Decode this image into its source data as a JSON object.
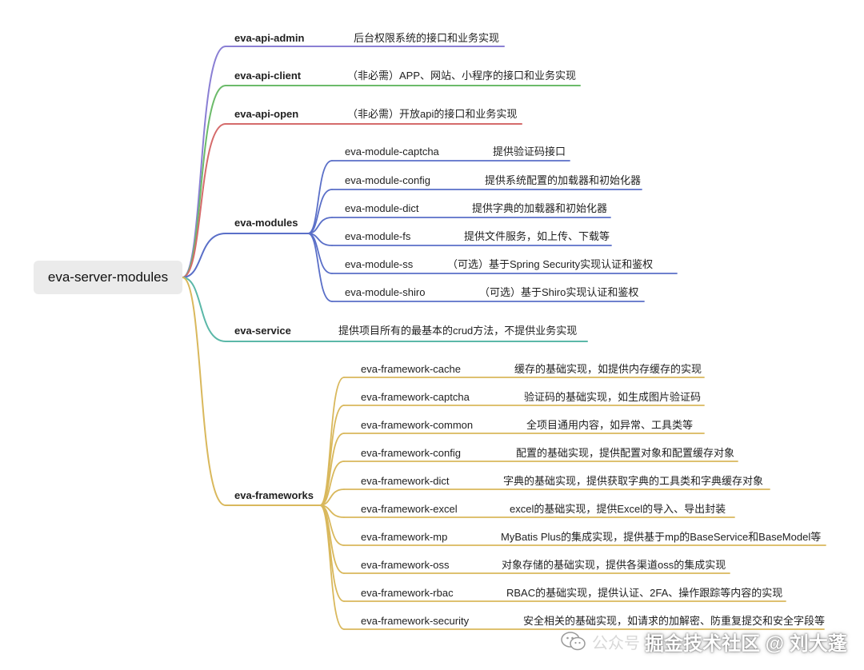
{
  "root": "eva-server-modules",
  "branches": [
    {
      "key": "admin",
      "label": "eva-api-admin",
      "desc": "后台权限系统的接口和业务实现",
      "color": "#8a7fd4"
    },
    {
      "key": "client",
      "label": "eva-api-client",
      "desc": "（非必需）APP、网站、小程序的接口和业务实现",
      "color": "#6cbb6a"
    },
    {
      "key": "open",
      "label": "eva-api-open",
      "desc": "（非必需）开放api的接口和业务实现",
      "color": "#d56b6b"
    },
    {
      "key": "modules",
      "label": "eva-modules",
      "desc": "",
      "color": "#5a6fc8",
      "children": [
        {
          "label": "eva-module-captcha",
          "desc": "提供验证码接口"
        },
        {
          "label": "eva-module-config",
          "desc": "提供系统配置的加载器和初始化器"
        },
        {
          "label": "eva-module-dict",
          "desc": "提供字典的加载器和初始化器"
        },
        {
          "label": "eva-module-fs",
          "desc": "提供文件服务，如上传、下载等"
        },
        {
          "label": "eva-module-ss",
          "desc": "（可选）基于Spring Security实现认证和鉴权"
        },
        {
          "label": "eva-module-shiro",
          "desc": "（可选）基于Shiro实现认证和鉴权"
        }
      ]
    },
    {
      "key": "service",
      "label": "eva-service",
      "desc": "提供项目所有的最基本的crud方法，不提供业务实现",
      "color": "#5bb8a8"
    },
    {
      "key": "frameworks",
      "label": "eva-frameworks",
      "desc": "",
      "color": "#d9b85c",
      "children": [
        {
          "label": "eva-framework-cache",
          "desc": "缓存的基础实现，如提供内存缓存的实现"
        },
        {
          "label": "eva-framework-captcha",
          "desc": "验证码的基础实现，如生成图片验证码"
        },
        {
          "label": "eva-framework-common",
          "desc": "全项目通用内容，如异常、工具类等"
        },
        {
          "label": "eva-framework-config",
          "desc": "配置的基础实现，提供配置对象和配置缓存对象"
        },
        {
          "label": "eva-framework-dict",
          "desc": "字典的基础实现，提供获取字典的工具类和字典缓存对象"
        },
        {
          "label": "eva-framework-excel",
          "desc": "excel的基础实现，提供Excel的导入、导出封装"
        },
        {
          "label": "eva-framework-mp",
          "desc": "MyBatis Plus的集成实现，提供基于mp的BaseService和BaseModel等"
        },
        {
          "label": "eva-framework-oss",
          "desc": "对象存储的基础实现，提供各渠道oss的集成实现"
        },
        {
          "label": "eva-framework-rbac",
          "desc": "RBAC的基础实现，提供认证、2FA、操作跟踪等内容的实现"
        },
        {
          "label": "eva-framework-security",
          "desc": "安全相关的基础实现，如请求的加解密、防重复提交和安全字段等"
        }
      ]
    }
  ],
  "watermark": {
    "text": "掘金技术社区 @ 刘大蓬",
    "prefix": "公众号"
  }
}
